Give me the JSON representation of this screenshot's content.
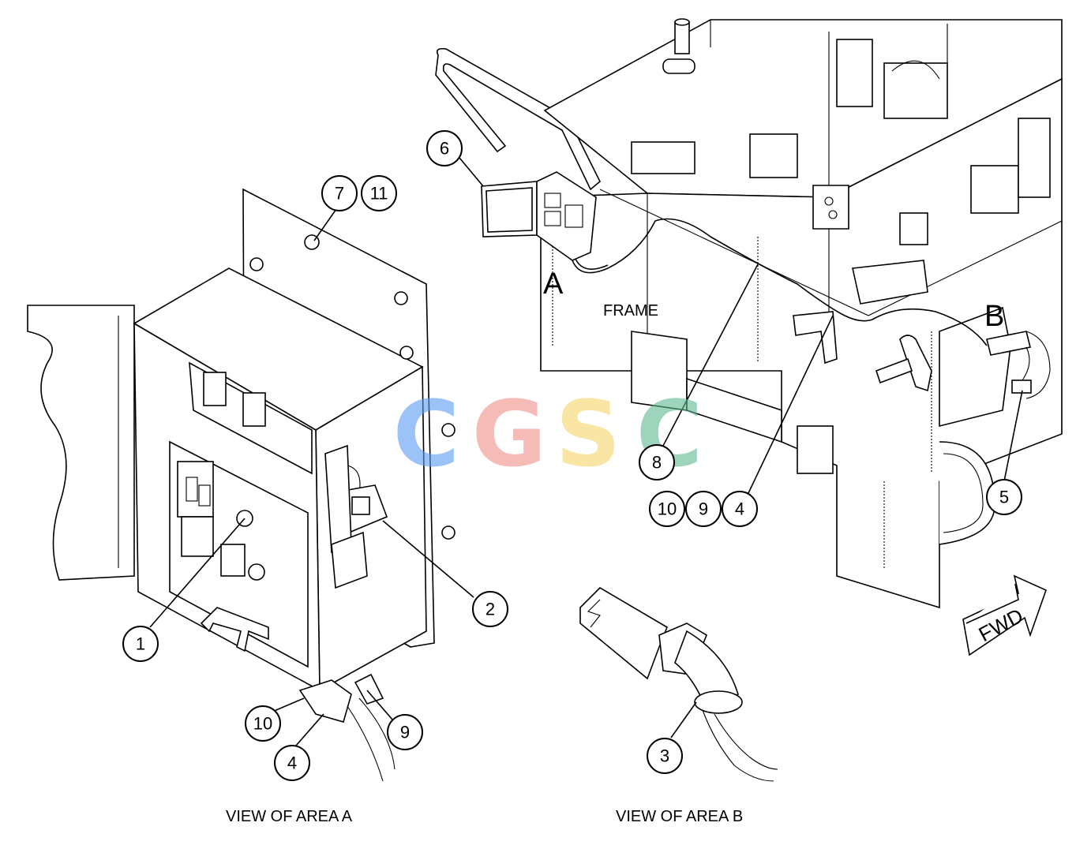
{
  "labels": {
    "area_a_marker": "A",
    "area_b_marker": "B",
    "frame": "FRAME",
    "fwd": "FWD",
    "view_a": "VIEW OF AREA A",
    "view_b": "VIEW OF AREA B"
  },
  "watermark": {
    "letters": [
      {
        "ch": "C",
        "color": "#5b9cf2"
      },
      {
        "ch": "G",
        "color": "#f08f86"
      },
      {
        "ch": "S",
        "color": "#f6d76a"
      },
      {
        "ch": "C",
        "color": "#5fb890"
      }
    ]
  },
  "callouts": [
    {
      "id": "c1",
      "text": "1"
    },
    {
      "id": "c2",
      "text": "2"
    },
    {
      "id": "c3",
      "text": "3"
    },
    {
      "id": "c4a",
      "text": "4"
    },
    {
      "id": "c4b",
      "text": "4"
    },
    {
      "id": "c5",
      "text": "5"
    },
    {
      "id": "c6",
      "text": "6"
    },
    {
      "id": "c7",
      "text": "7"
    },
    {
      "id": "c8",
      "text": "8"
    },
    {
      "id": "c9a",
      "text": "9"
    },
    {
      "id": "c9b",
      "text": "9"
    },
    {
      "id": "c10a",
      "text": "10"
    },
    {
      "id": "c10b",
      "text": "10"
    },
    {
      "id": "c11",
      "text": "11"
    }
  ]
}
